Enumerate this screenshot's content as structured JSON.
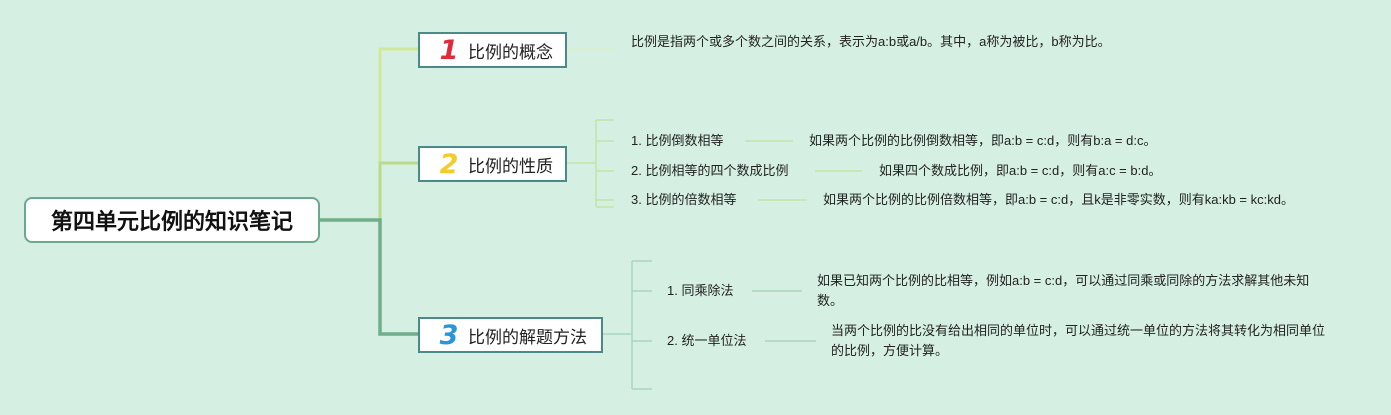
{
  "title": "第四单元比例的知识笔记",
  "colors": {
    "background": "#d5f0e2",
    "branch1_line": "#cfe89b",
    "branch2_line": "#b9da86",
    "branch3_line": "#6fae88",
    "number1": "#e02a3c",
    "number2": "#f3cc2c",
    "number3": "#2a96d8"
  },
  "branches": [
    {
      "number": "1",
      "label": "比例的概念",
      "description": "比例是指两个或多个数之间的关系，表示为a:b或a/b。其中，a称为被比，b称为比。"
    },
    {
      "number": "2",
      "label": "比例的性质",
      "items": [
        {
          "label": "1. 比例倒数相等",
          "description": "如果两个比例的比例倒数相等，即a:b = c:d，则有b:a = d:c。"
        },
        {
          "label": "2. 比例相等的四个数成比例",
          "description": "如果四个数成比例，即a:b = c:d，则有a:c = b:d。"
        },
        {
          "label": "3. 比例的倍数相等",
          "description": "如果两个比例的比例倍数相等，即a:b = c:d，且k是非零实数，则有ka:kb = kc:kd。"
        }
      ]
    },
    {
      "number": "3",
      "label": "比例的解题方法",
      "items": [
        {
          "label": "1. 同乘除法",
          "description": "如果已知两个比例的比相等，例如a:b = c:d，可以通过同乘或同除的方法求解其他未知数。"
        },
        {
          "label": "2. 统一单位法",
          "description": "当两个比例的比没有给出相同的单位时，可以通过统一单位的方法将其转化为相同单位的比例，方便计算。"
        }
      ]
    }
  ]
}
